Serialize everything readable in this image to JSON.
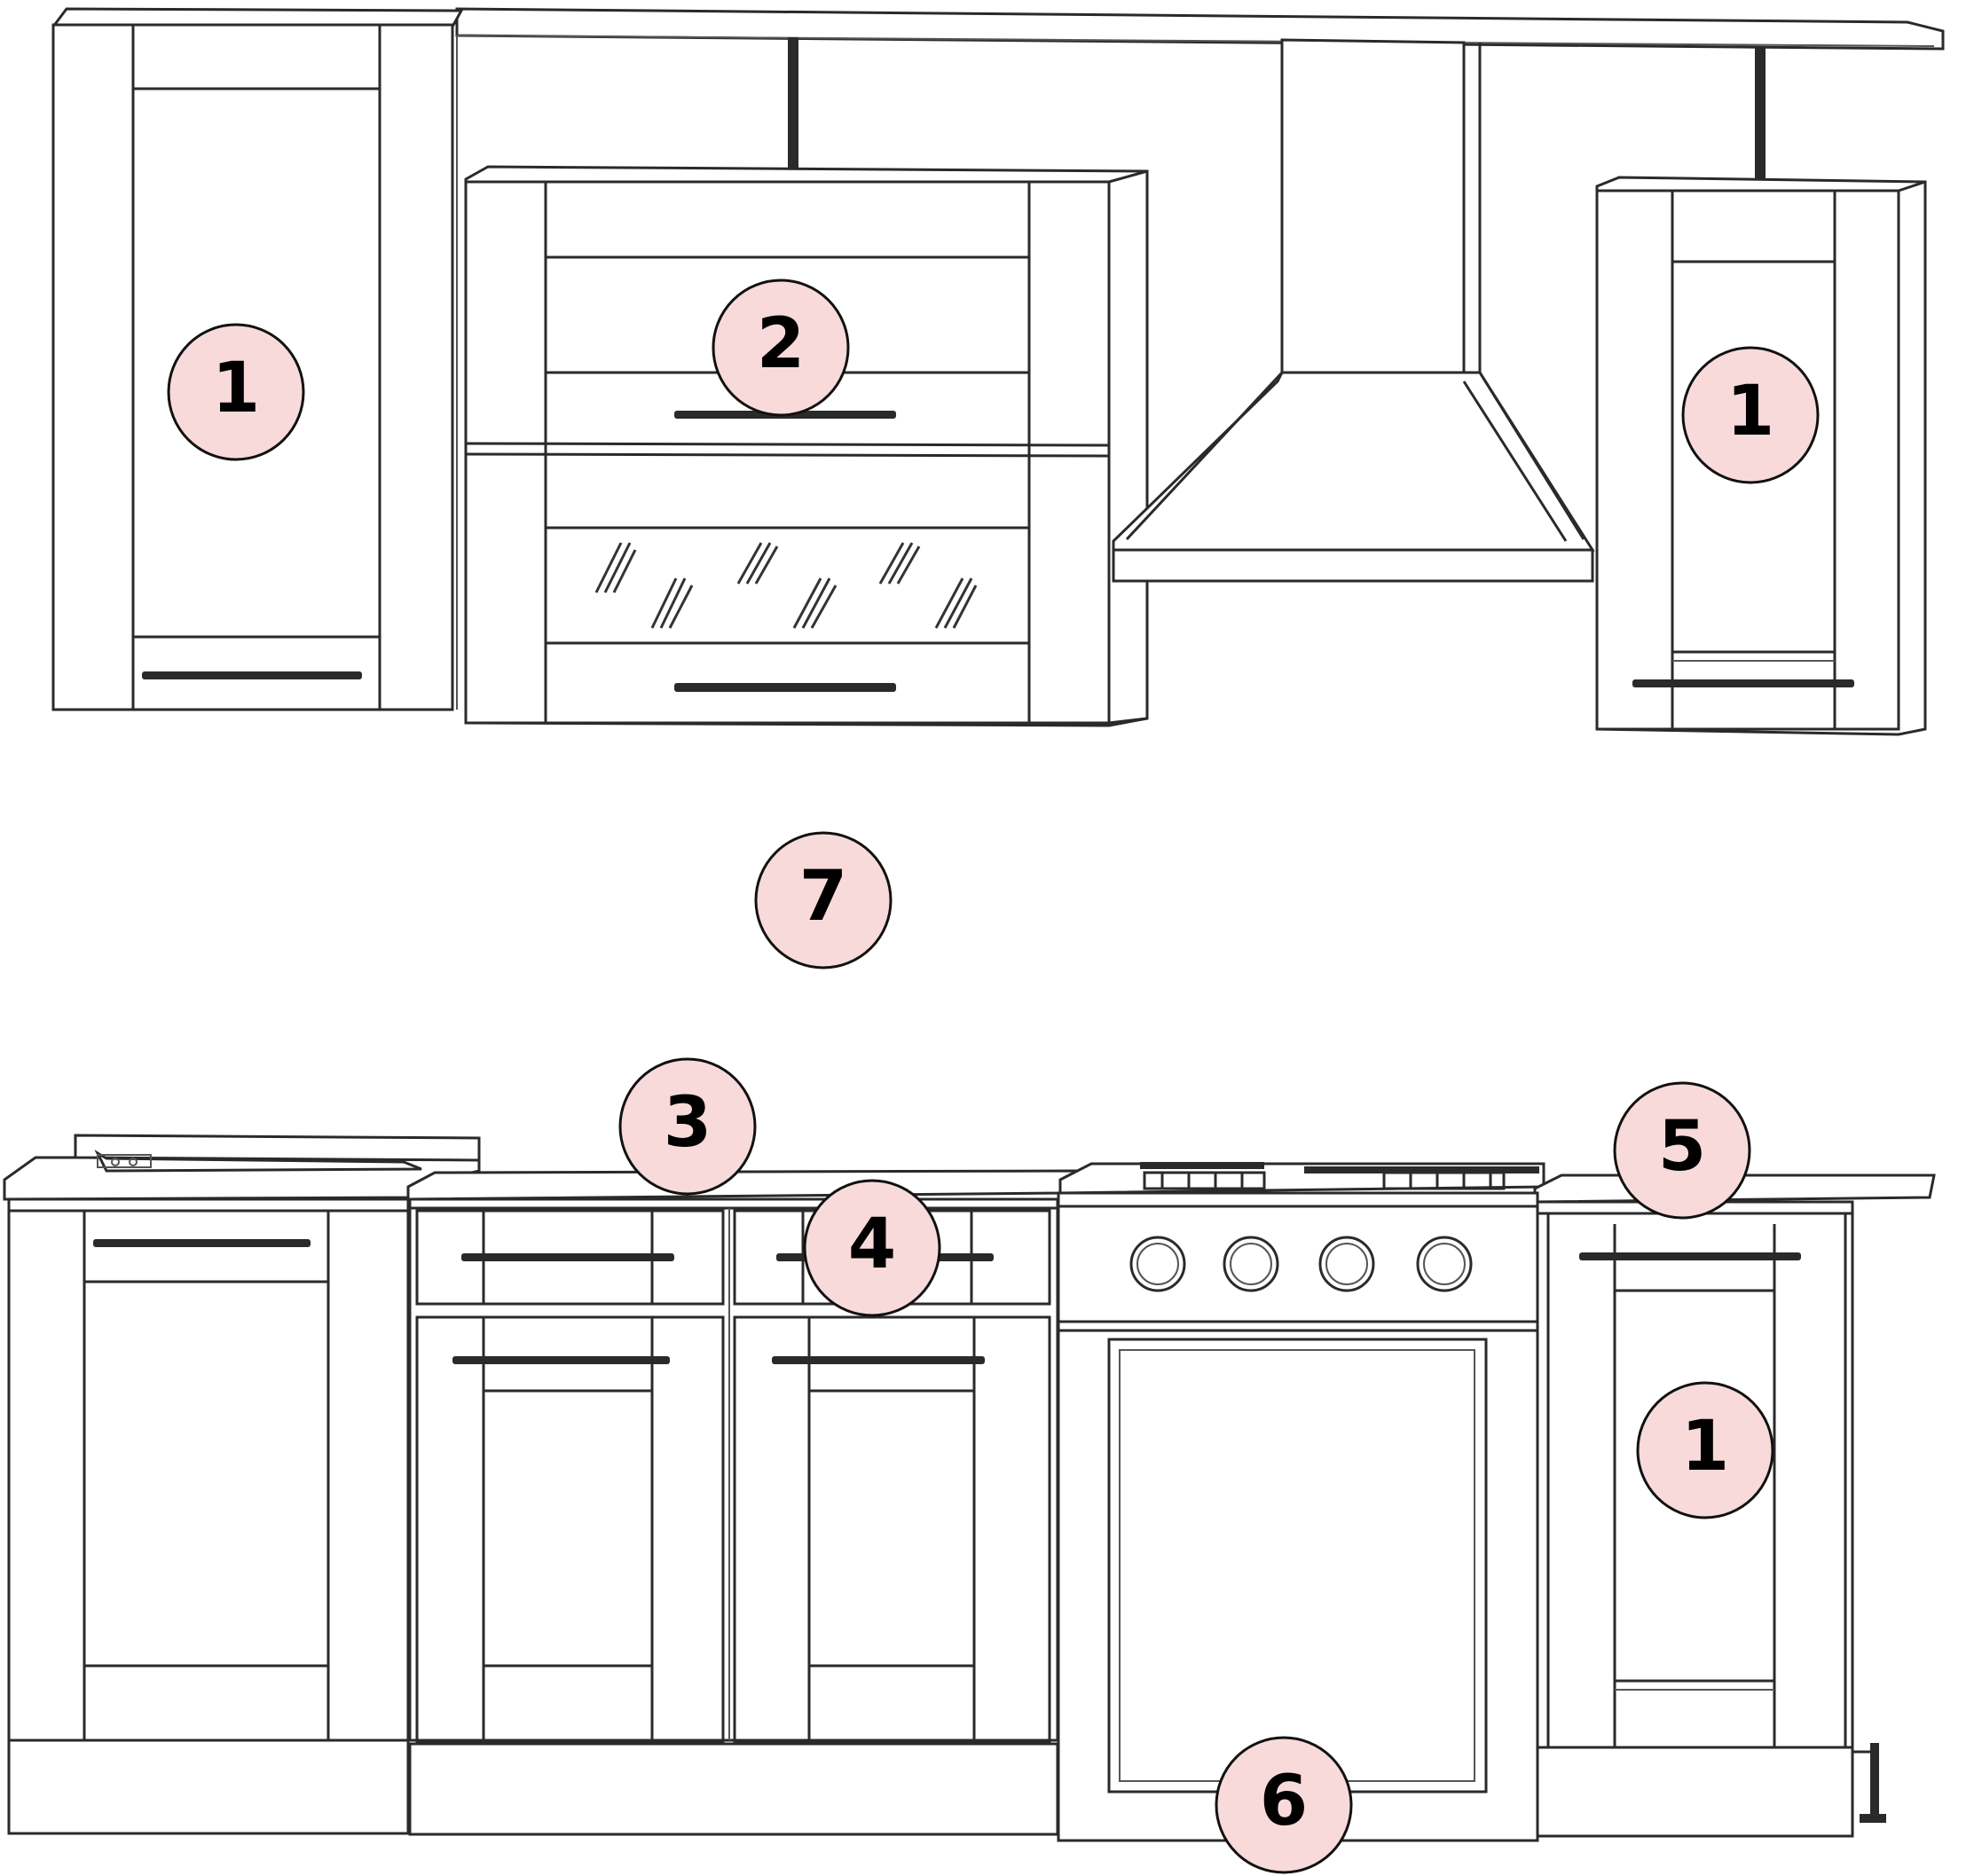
{
  "diagram": {
    "callouts": [
      {
        "id": "upper-left-tall-cabinet",
        "label": "1"
      },
      {
        "id": "upper-middle-cabinet",
        "label": "2"
      },
      {
        "id": "upper-right-cabinet",
        "label": "1"
      },
      {
        "id": "gap-between-rows",
        "label": "7"
      },
      {
        "id": "countertop",
        "label": "3"
      },
      {
        "id": "drawer-block",
        "label": "4"
      },
      {
        "id": "hob",
        "label": "5"
      },
      {
        "id": "lower-right-cabinet",
        "label": "1"
      },
      {
        "id": "oven",
        "label": "6"
      }
    ],
    "colors": {
      "callout_fill": "#f8dada",
      "line": "#2a2a2a",
      "background": "#ffffff"
    }
  }
}
